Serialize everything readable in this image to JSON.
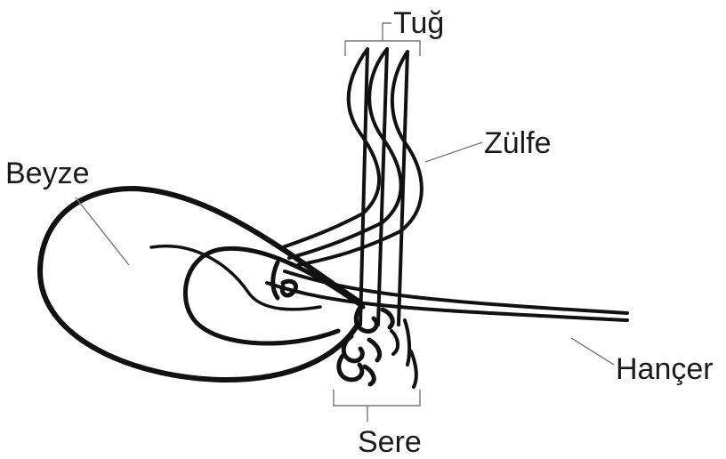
{
  "labels": {
    "tug": "Tuğ",
    "zulfe": "Zülfe",
    "beyze": "Beyze",
    "hancer": "Hançer",
    "sere": "Sere"
  },
  "colors": {
    "ink": "#111111",
    "leader": "#777777",
    "text": "#1a1a1a",
    "background": "#ffffff"
  }
}
